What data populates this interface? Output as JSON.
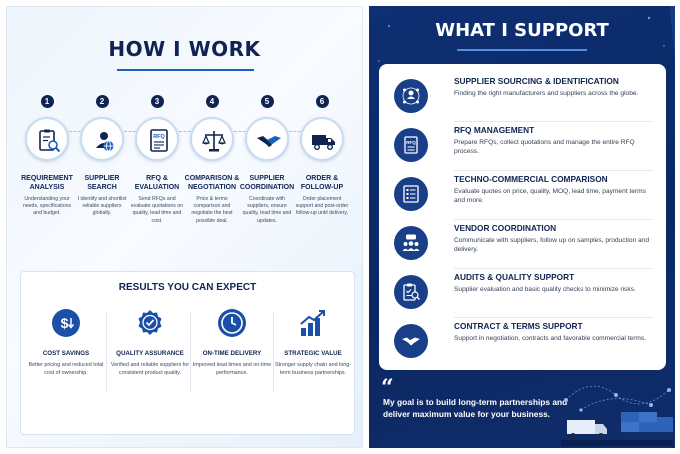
{
  "left": {
    "title": "HOW I WORK",
    "steps": [
      {
        "num": "1",
        "title": "REQUIREMENT ANALYSIS",
        "desc": "Understanding your needs, specifications and budget.",
        "icon": "clipboard-search-icon"
      },
      {
        "num": "2",
        "title": "SUPPLIER SEARCH",
        "desc": "I identify and shortlist reliable suppliers globally.",
        "icon": "globe-person-icon"
      },
      {
        "num": "3",
        "title": "RFQ & EVALUATION",
        "desc": "Send RFQs and evaluate quotations on quality, lead time and cost.",
        "icon": "rfq-document-icon"
      },
      {
        "num": "4",
        "title": "COMPARISON & NEGOTIATION",
        "desc": "Price & terms comparison and negotiate the best possible deal.",
        "icon": "scales-icon"
      },
      {
        "num": "5",
        "title": "SUPPLIER COORDINATION",
        "desc": "Coordinate with suppliers, ensure quality, lead time and updates.",
        "icon": "handshake-icon"
      },
      {
        "num": "6",
        "title": "ORDER & FOLLOW-UP",
        "desc": "Order placement support and post-order follow-up until delivery.",
        "icon": "truck-icon"
      }
    ],
    "results": {
      "title": "RESULTS YOU CAN EXPECT",
      "items": [
        {
          "title": "COST SAVINGS",
          "desc": "Better pricing and reduced total cost of ownership.",
          "icon": "dollar-down-icon"
        },
        {
          "title": "QUALITY ASSURANCE",
          "desc": "Verified and reliable suppliers for consistent product quality.",
          "icon": "quality-badge-icon"
        },
        {
          "title": "ON-TIME DELIVERY",
          "desc": "Improved lead times and on-time performance.",
          "icon": "clock-icon"
        },
        {
          "title": "STRATEGIC VALUE",
          "desc": "Stronger supply chain and long-term business partnerships.",
          "icon": "growth-chart-icon"
        }
      ]
    }
  },
  "right": {
    "title": "WHAT I SUPPORT",
    "items": [
      {
        "title": "SUPPLIER SOURCING & IDENTIFICATION",
        "desc": "Finding the right manufacturers and suppliers across the globe.",
        "icon": "network-people-icon"
      },
      {
        "title": "RFQ MANAGEMENT",
        "desc": "Prepare RFQs, collect quotations and manage the entire RFQ process.",
        "icon": "rfq-icon"
      },
      {
        "title": "TECHNO-COMMERCIAL COMPARISON",
        "desc": "Evaluate quotes on price, quality, MOQ, lead time, payment terms and more.",
        "icon": "checklist-icon"
      },
      {
        "title": "VENDOR COORDINATION",
        "desc": "Communicate with suppliers, follow up on samples, production and delivery.",
        "icon": "team-chat-icon"
      },
      {
        "title": "AUDITS & QUALITY SUPPORT",
        "desc": "Supplier evaluation and basic quality checks to minimize risks.",
        "icon": "audit-clipboard-icon"
      },
      {
        "title": "CONTRACT & TERMS SUPPORT",
        "desc": "Support in negotiation, contracts and favorable commercial terms.",
        "icon": "handshake-icon"
      }
    ],
    "quote_mark": "“",
    "quote": "My goal is to build long-term partnerships and deliver maximum value for your business."
  },
  "colors": {
    "navy": "#0f2450",
    "accent": "#1b5fbf",
    "panel_bg": "#0e2f73"
  }
}
